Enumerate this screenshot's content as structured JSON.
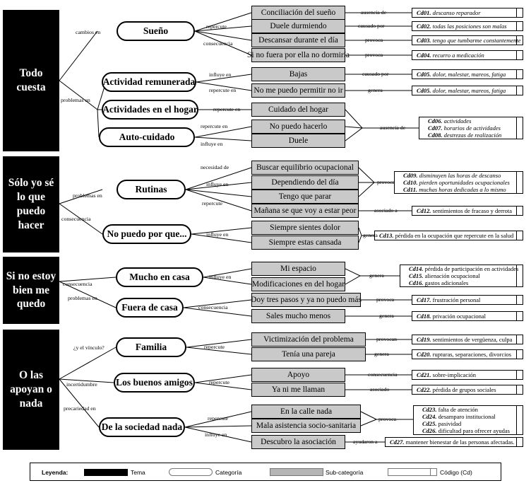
{
  "themes": [
    {
      "line1": "Todo",
      "line2": "cuesta"
    },
    {
      "line1": "Sólo yo sé",
      "line2": "lo que",
      "line3": "puedo",
      "line4": "hacer"
    },
    {
      "line1": "Si no estoy",
      "line2": "bien me",
      "line3": "quedo"
    },
    {
      "line1": "O las",
      "line2": "apoyan o",
      "line3": "nada"
    }
  ],
  "categories": {
    "sueno": "Sueño",
    "actividad_remunerada": "Actividad remunerada",
    "actividades_hogar": "Actividades en el hogar",
    "auto_cuidado": "Auto-cuidado",
    "rutinas": "Rutinas",
    "no_puedo": "No puedo por que...",
    "mucho_en_casa": "Mucho en casa",
    "fuera_de_casa": "Fuera de casa",
    "familia": "Familia",
    "buenos_amigos": "Los buenos amigos",
    "sociedad_nada": "De la sociedad nada"
  },
  "subcategories": {
    "conciliacion": "Conciliación del sueño",
    "duele_durmiendo": "Duele durmiendo",
    "descansar": "Descansar durante el día",
    "no_dormiria": "Si no fuera por ella no dormiría",
    "bajas": "Bajas",
    "no_permitir": "No me puedo permitir no ir",
    "cuidado_hogar": "Cuidado del hogar",
    "no_puedo_hacerlo": "No puedo hacerlo",
    "duele": "Duele",
    "buscar_equilibrio": "Buscar equilibrio ocupacional",
    "dependiendo": "Dependiendo del día",
    "tengo_parar": "Tengo que parar",
    "manana_peor": "Mañana se que voy a estar peor",
    "siempre_dolor": "Siempre sientes dolor",
    "siempre_cansada": "Siempre estas cansada",
    "mi_espacio": "Mi espacio",
    "modificaciones": "Modificaciones en del hogar",
    "doy_tres_pasos": "Doy tres pasos y ya no puedo más",
    "sales_menos": "Sales mucho menos",
    "victimizacion": "Victimización del problema",
    "tenia_pareja": "Tenía una pareja",
    "apoyo": "Apoyo",
    "ya_no_llaman": "Ya ni me llaman",
    "calle_nada": "En la calle nada",
    "mala_asistencia": "Mala asistencia socio-sanitaria",
    "descubro": "Descubro la asociación"
  },
  "codes": {
    "cd01": {
      "id": "Cd01.",
      "text": "descanso reparador"
    },
    "cd02": {
      "id": "Cd02.",
      "text": "todas las posiciones son malas"
    },
    "cd03": {
      "id": "Cd03.",
      "text": "tengo que tumbarme constantemente"
    },
    "cd04": {
      "id": "Cd04.",
      "text": "recurro a medicación"
    },
    "cd05a": {
      "id": "Cd05.",
      "text": "dolor, malestar, mareos, fatiga"
    },
    "cd05b": {
      "id": "Cd05.",
      "text": "dolor, malestar, mareos, fatiga"
    },
    "cd06": {
      "id": "Cd06.",
      "text": "actividades"
    },
    "cd07": {
      "id": "Cd07.",
      "text": "horarios de actividades"
    },
    "cd08": {
      "id": "Cd08.",
      "text": "destrezas de realización"
    },
    "cd09": {
      "id": "Cd09.",
      "text": "disminuyen las horas de descanso"
    },
    "cd10": {
      "id": "Cd10.",
      "text": "pierden oportunidades ocupacionales"
    },
    "cd11": {
      "id": "Cd11.",
      "text": "muchas horas dedicadas a lo mismo"
    },
    "cd12": {
      "id": "Cd12.",
      "text": "sentimientos de fracaso y derrota"
    },
    "cd13": {
      "id": "Cd13.",
      "text": "pérdida en la ocupación que repercute en la salud"
    },
    "cd14": {
      "id": "Cd14.",
      "text": "pérdida de participación en actividades"
    },
    "cd15": {
      "id": "Cd15.",
      "text": "alienación ocupacional"
    },
    "cd16": {
      "id": "Cd16.",
      "text": "gastos adicionales"
    },
    "cd17": {
      "id": "Cd17.",
      "text": "frustración personal"
    },
    "cd18": {
      "id": "Cd18.",
      "text": "privación ocupacional"
    },
    "cd19": {
      "id": "Cd19.",
      "text": "sentimientos de vergüenza, culpa"
    },
    "cd20": {
      "id": "Cd20.",
      "text": "rupturas, separaciones, divorcios"
    },
    "cd21": {
      "id": "Cd21.",
      "text": "sobre-implicación"
    },
    "cd22": {
      "id": "Cd22.",
      "text": "pérdida de grupos sociales"
    },
    "cd23": {
      "id": "Cd23.",
      "text": "falta de atención"
    },
    "cd24": {
      "id": "Cd24.",
      "text": "desamparo institucional"
    },
    "cd25": {
      "id": "Cd25.",
      "text": "pasividad"
    },
    "cd26": {
      "id": "Cd26.",
      "text": "dificultad para ofrecer ayudas"
    },
    "cd27": {
      "id": "Cd27.",
      "text": "mantener bienestar de las personas afectadas."
    }
  },
  "relations": {
    "cambios_en": "cambios en",
    "problemas_en": "problemas en",
    "repercute": "repercute",
    "consecuencia": "consecuencia",
    "ausencia_de": "ausencia de",
    "causado_por": "causado por",
    "provoca": "provoca",
    "influye_en": "influye en",
    "genera": "genera",
    "repercute_en": "repercute en",
    "necesidad_de": "necesidad de",
    "asociado_a": "asociado a",
    "y_el_vinculo": "¿y el vínculo?",
    "incertidumbre": "incertidumbre",
    "precariedad_en": "precariedad en",
    "provocan": "provocan",
    "asociado": "asociado",
    "ayudaron_a": "ayudaron a"
  },
  "legend": {
    "title": "Leyenda:",
    "tema": "Tema",
    "categoria": "Categoría",
    "subcategoria": "Sub-categoría",
    "codigo": "Código (Cd)"
  }
}
